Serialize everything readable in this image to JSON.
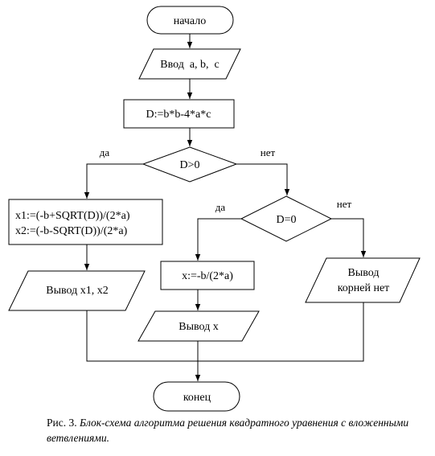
{
  "flowchart": {
    "start": "начало",
    "input": "Ввод  a, b,  c",
    "calc_d": "D:=b*b-4*a*c",
    "cond1": "D>0",
    "cond1_yes": "да",
    "cond1_no": "нет",
    "calc_two_roots_line1": "x1:=(-b+SQRT(D))/(2*a)",
    "calc_two_roots_line2": "x2:=(-b-SQRT(D))/(2*a)",
    "output_two_roots": "Вывод x1, x2",
    "cond2": "D=0",
    "cond2_yes": "да",
    "cond2_no": "нет",
    "calc_one_root": "x:=-b/(2*a)",
    "output_one_root": "Вывод x",
    "output_no_roots_line1": "Вывод",
    "output_no_roots_line2": "корней нет",
    "end": "конец"
  },
  "caption": {
    "prefix": "Рис. 3. ",
    "text": "Блок-схема алгоритма решения квадратного уравнения с вложенными ветвлениями."
  }
}
